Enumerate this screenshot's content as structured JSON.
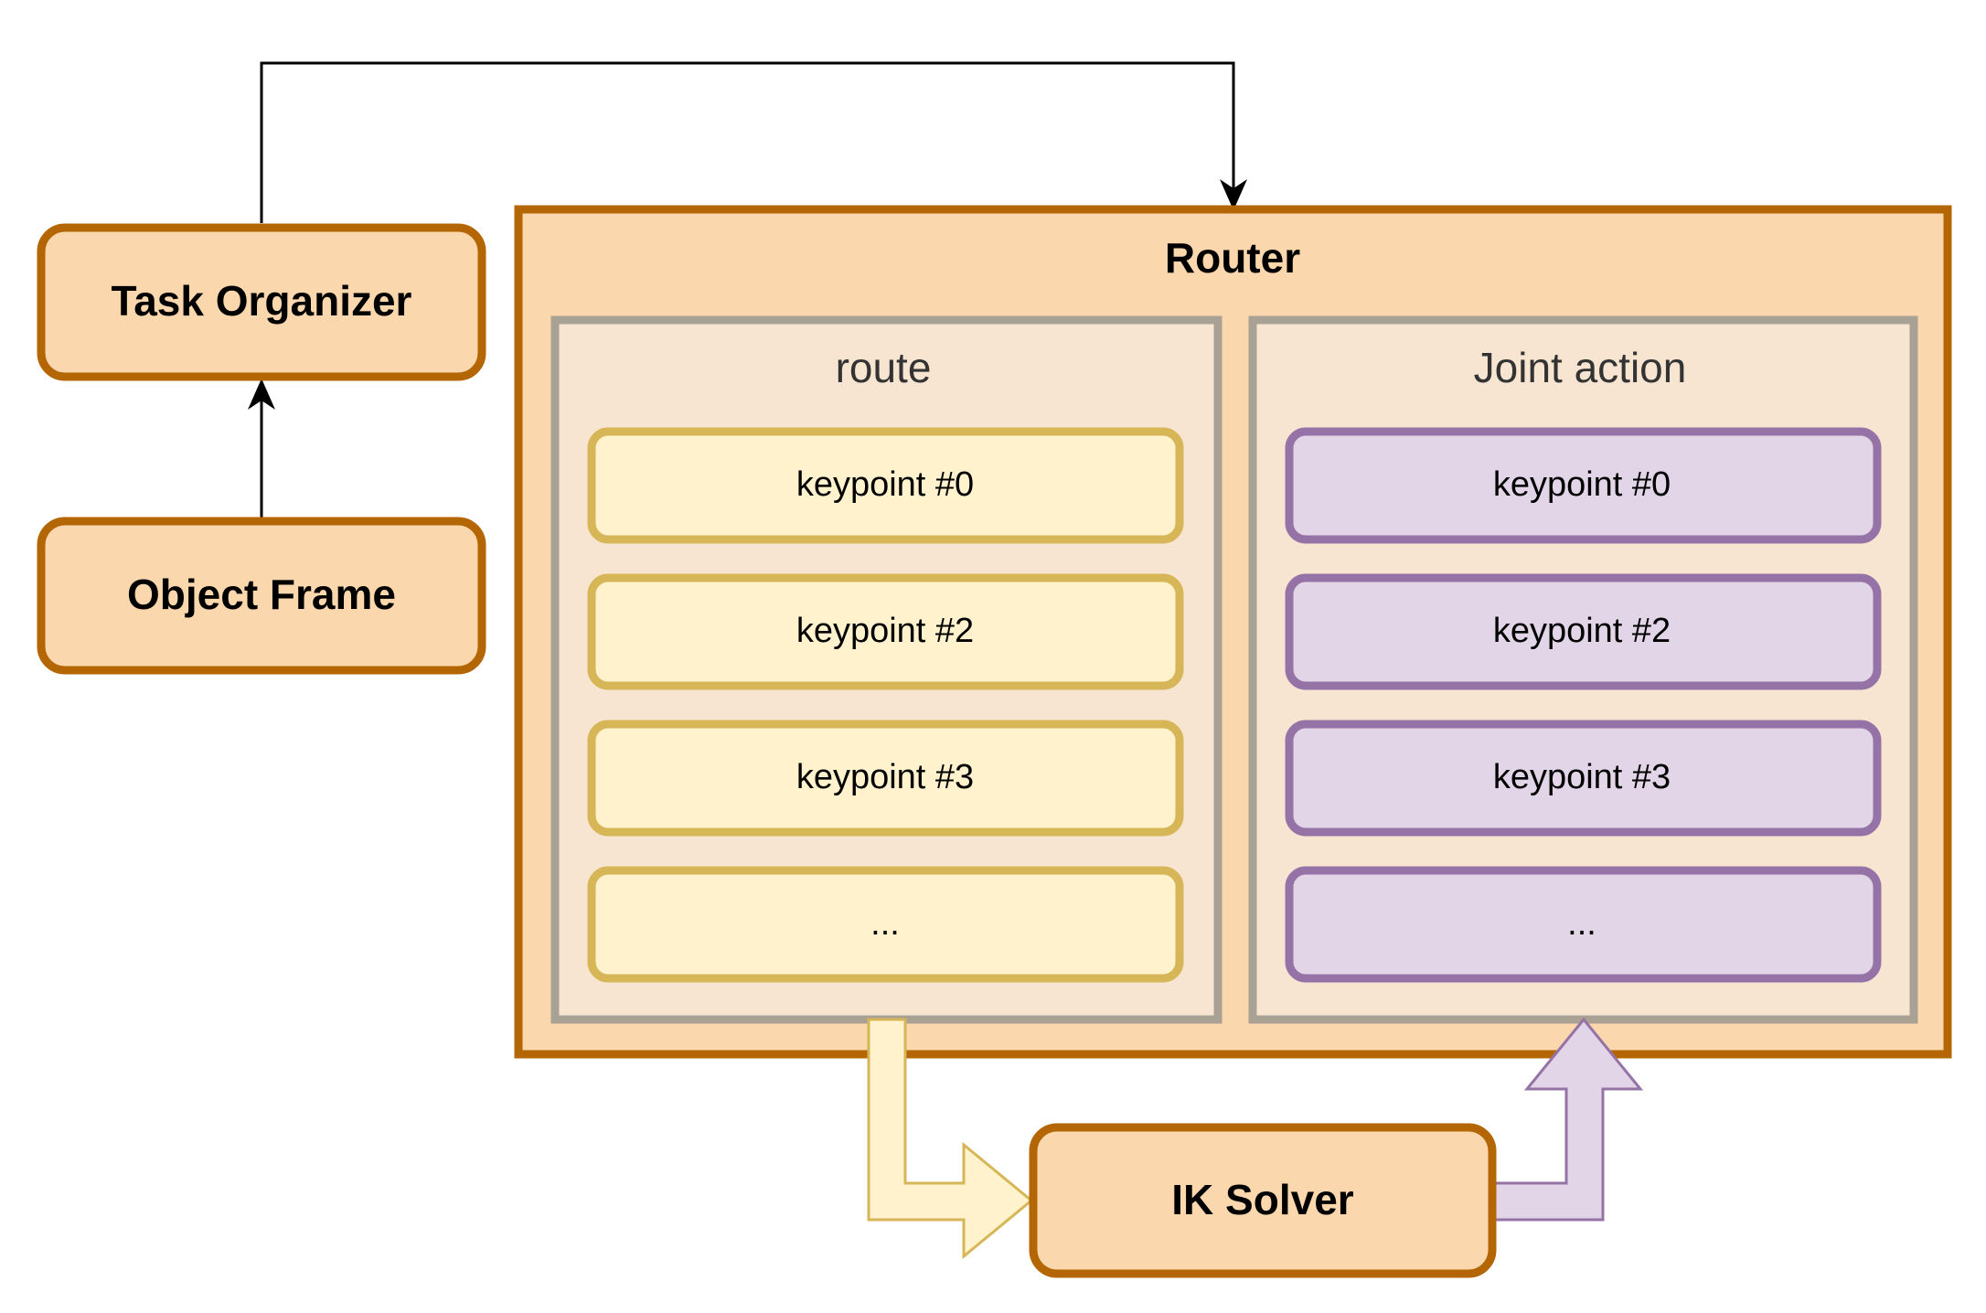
{
  "nodes": {
    "task_organizer": "Task Organizer",
    "object_frame": "Object Frame",
    "router": "Router",
    "ik_solver": "IK Solver"
  },
  "route": {
    "title": "route",
    "items": [
      "keypoint #0",
      "keypoint #2",
      "keypoint #3",
      "..."
    ]
  },
  "joint_action": {
    "title": "Joint action",
    "items": [
      "keypoint #0",
      "keypoint #2",
      "keypoint #3",
      "..."
    ]
  },
  "colors": {
    "orange_stroke": "#b46504",
    "orange_fill": "#fad7ac",
    "panel_fill": "#f7e5d2",
    "panel_stroke": "#aaa195",
    "yellow_fill": "#fff2cc",
    "yellow_stroke": "#d6b656",
    "purple_fill": "#e1d5e7",
    "purple_stroke": "#9673a6"
  }
}
